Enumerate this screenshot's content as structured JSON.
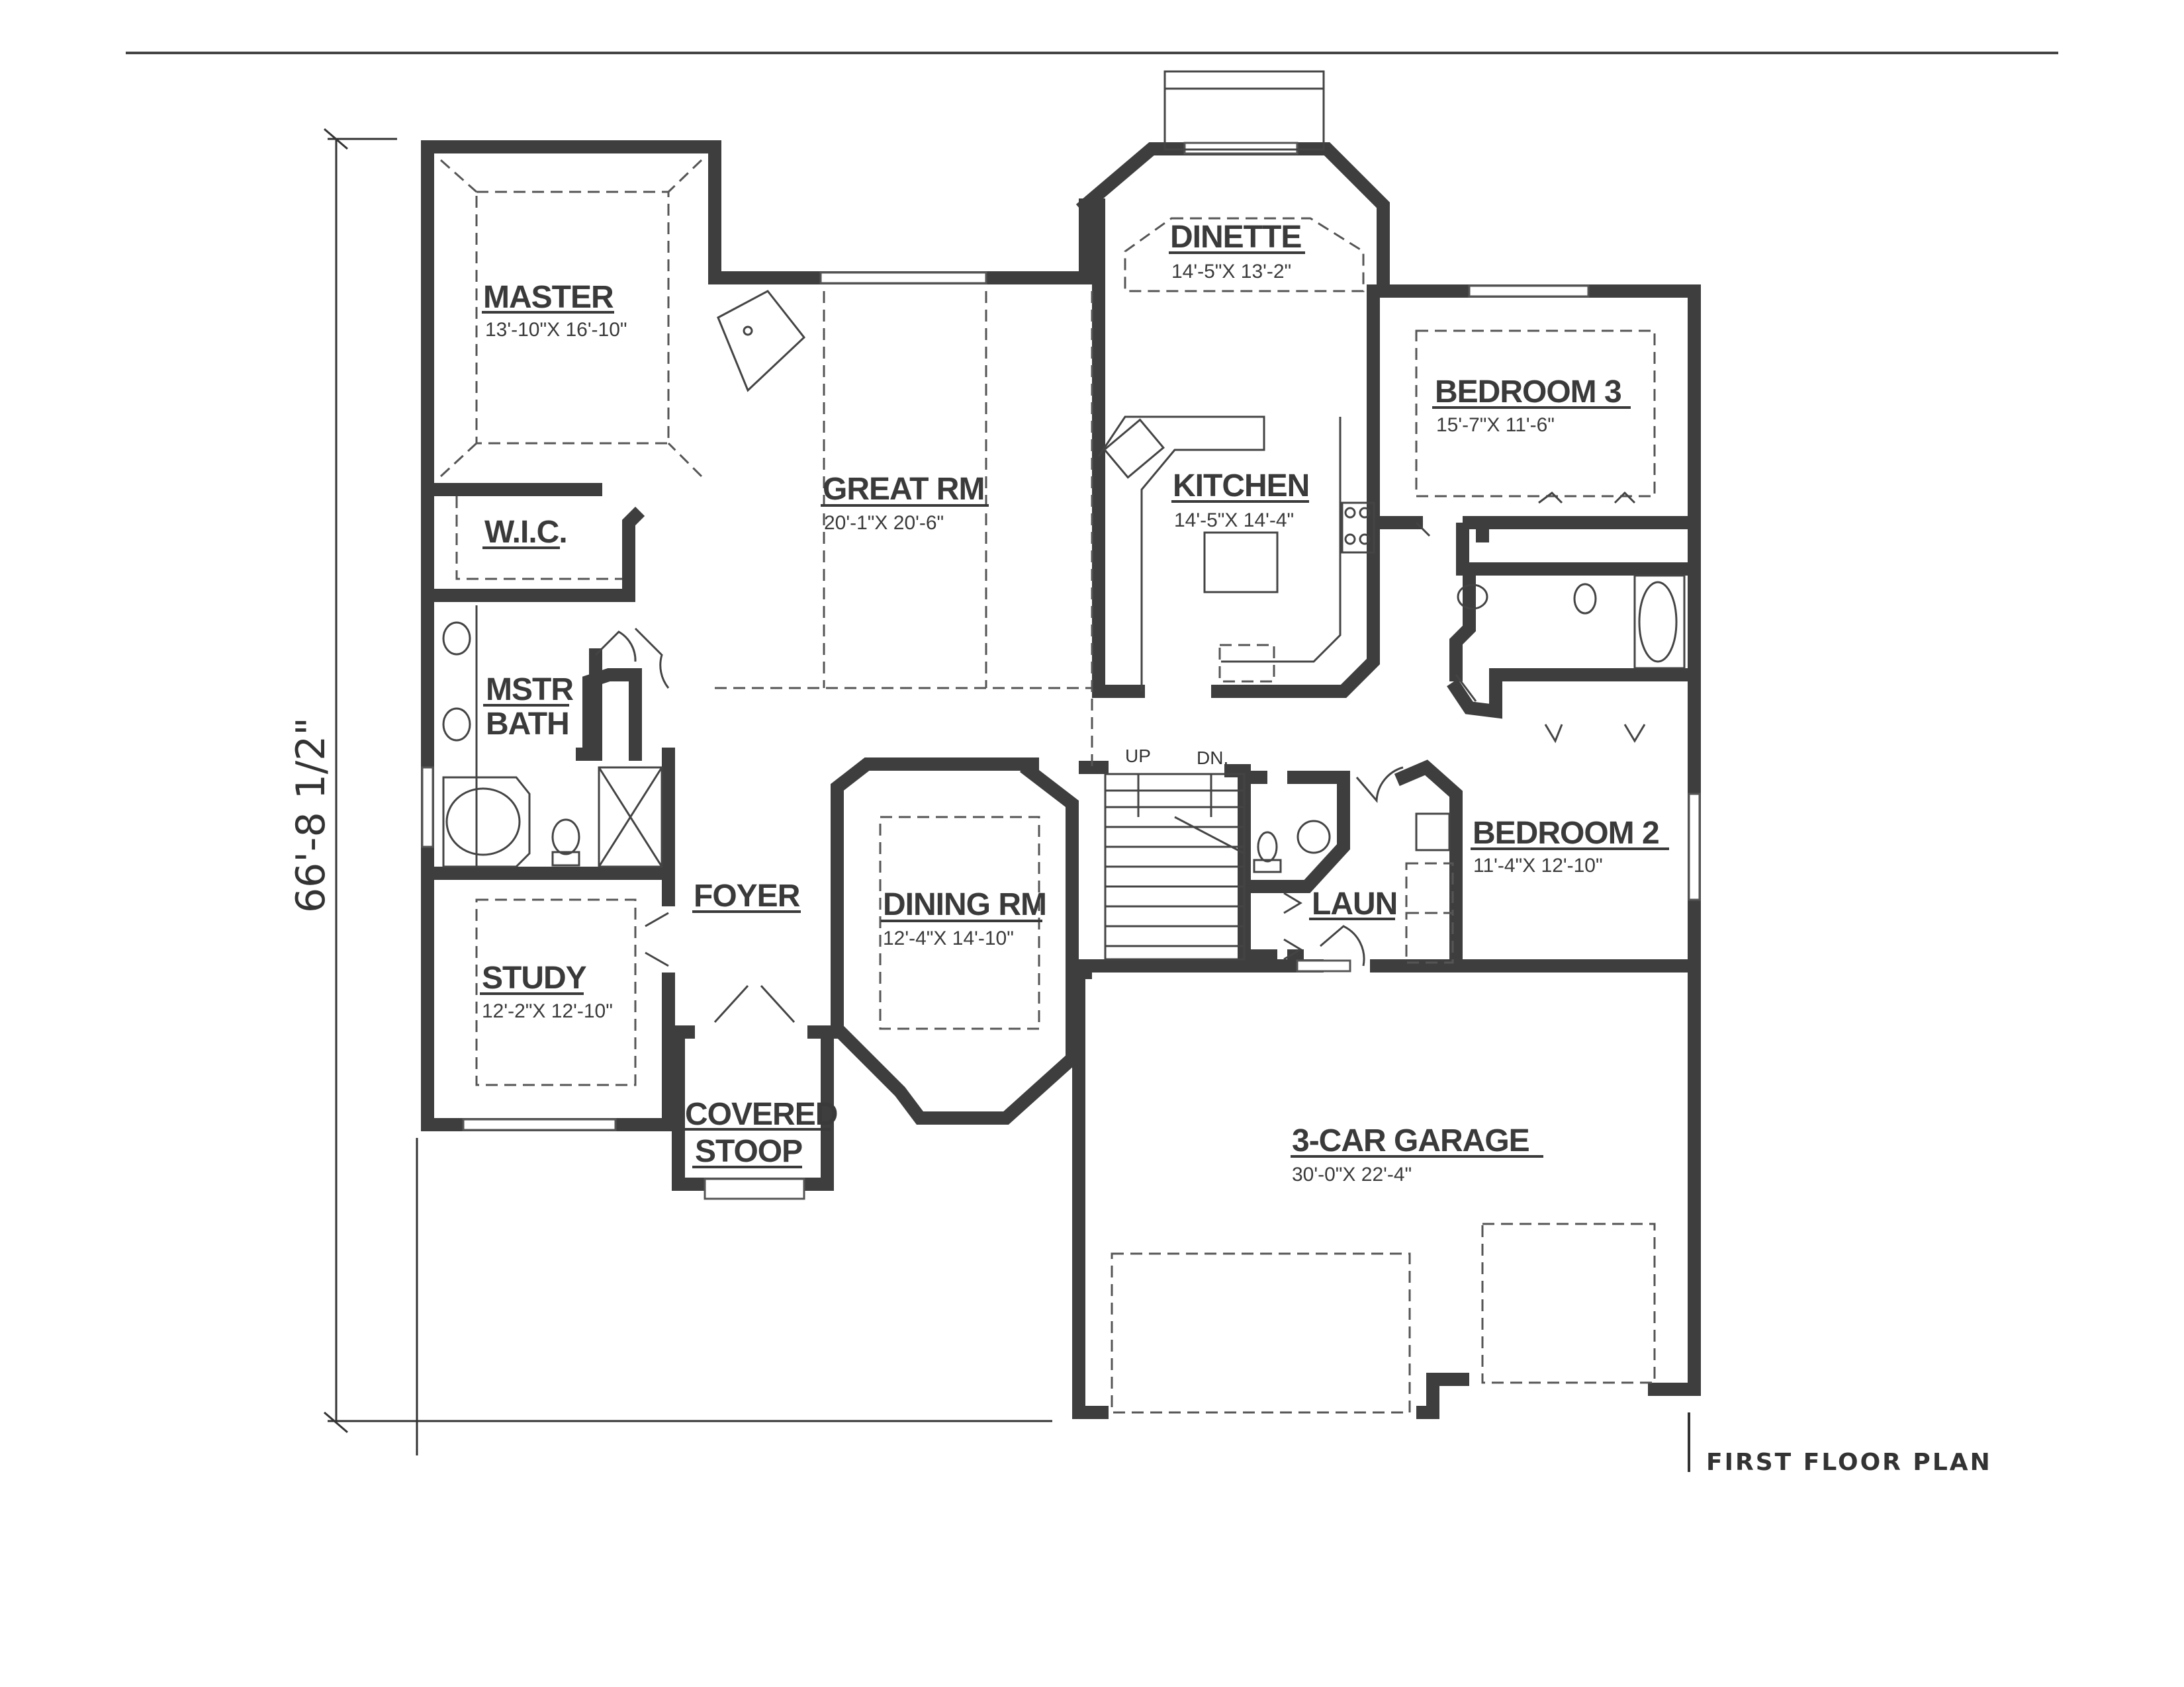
{
  "drawing": {
    "title": "FIRST FLOOR PLAN",
    "overall_depth": "66'-8 1/2\""
  },
  "rooms": {
    "master": {
      "name": "MASTER",
      "dims": "13'-10\"X 16'-10\""
    },
    "great_rm": {
      "name": "GREAT RM",
      "dims": "20'-1\"X 20'-6\""
    },
    "dinette": {
      "name": "DINETTE",
      "dims": "14'-5\"X 13'-2\""
    },
    "kitchen": {
      "name": "KITCHEN",
      "dims": "14'-5\"X 14'-4\""
    },
    "bedroom3": {
      "name": "BEDROOM 3",
      "dims": "15'-7\"X 11'-6\""
    },
    "wic": {
      "name": "W.I.C."
    },
    "mstr_bath": {
      "name_line1": "MSTR",
      "name_line2": "BATH"
    },
    "foyer": {
      "name": "FOYER"
    },
    "dining_rm": {
      "name": "DINING RM",
      "dims": "12'-4\"X 14'-10\""
    },
    "bedroom2": {
      "name": "BEDROOM 2",
      "dims": "11'-4\"X 12'-10\""
    },
    "laun": {
      "name": "LAUN"
    },
    "study": {
      "name": "STUDY",
      "dims": "12'-2\"X 12'-10\""
    },
    "covered_stoop": {
      "name_line1": "COVERED",
      "name_line2": "STOOP"
    },
    "garage": {
      "name": "3-CAR GARAGE",
      "dims": "30'-0\"X 22'-4\""
    }
  },
  "stairs": {
    "up_label": "UP",
    "down_label": "DN."
  },
  "colors": {
    "wall": "#3e3e3e",
    "line": "#444444",
    "background": "#ffffff"
  }
}
